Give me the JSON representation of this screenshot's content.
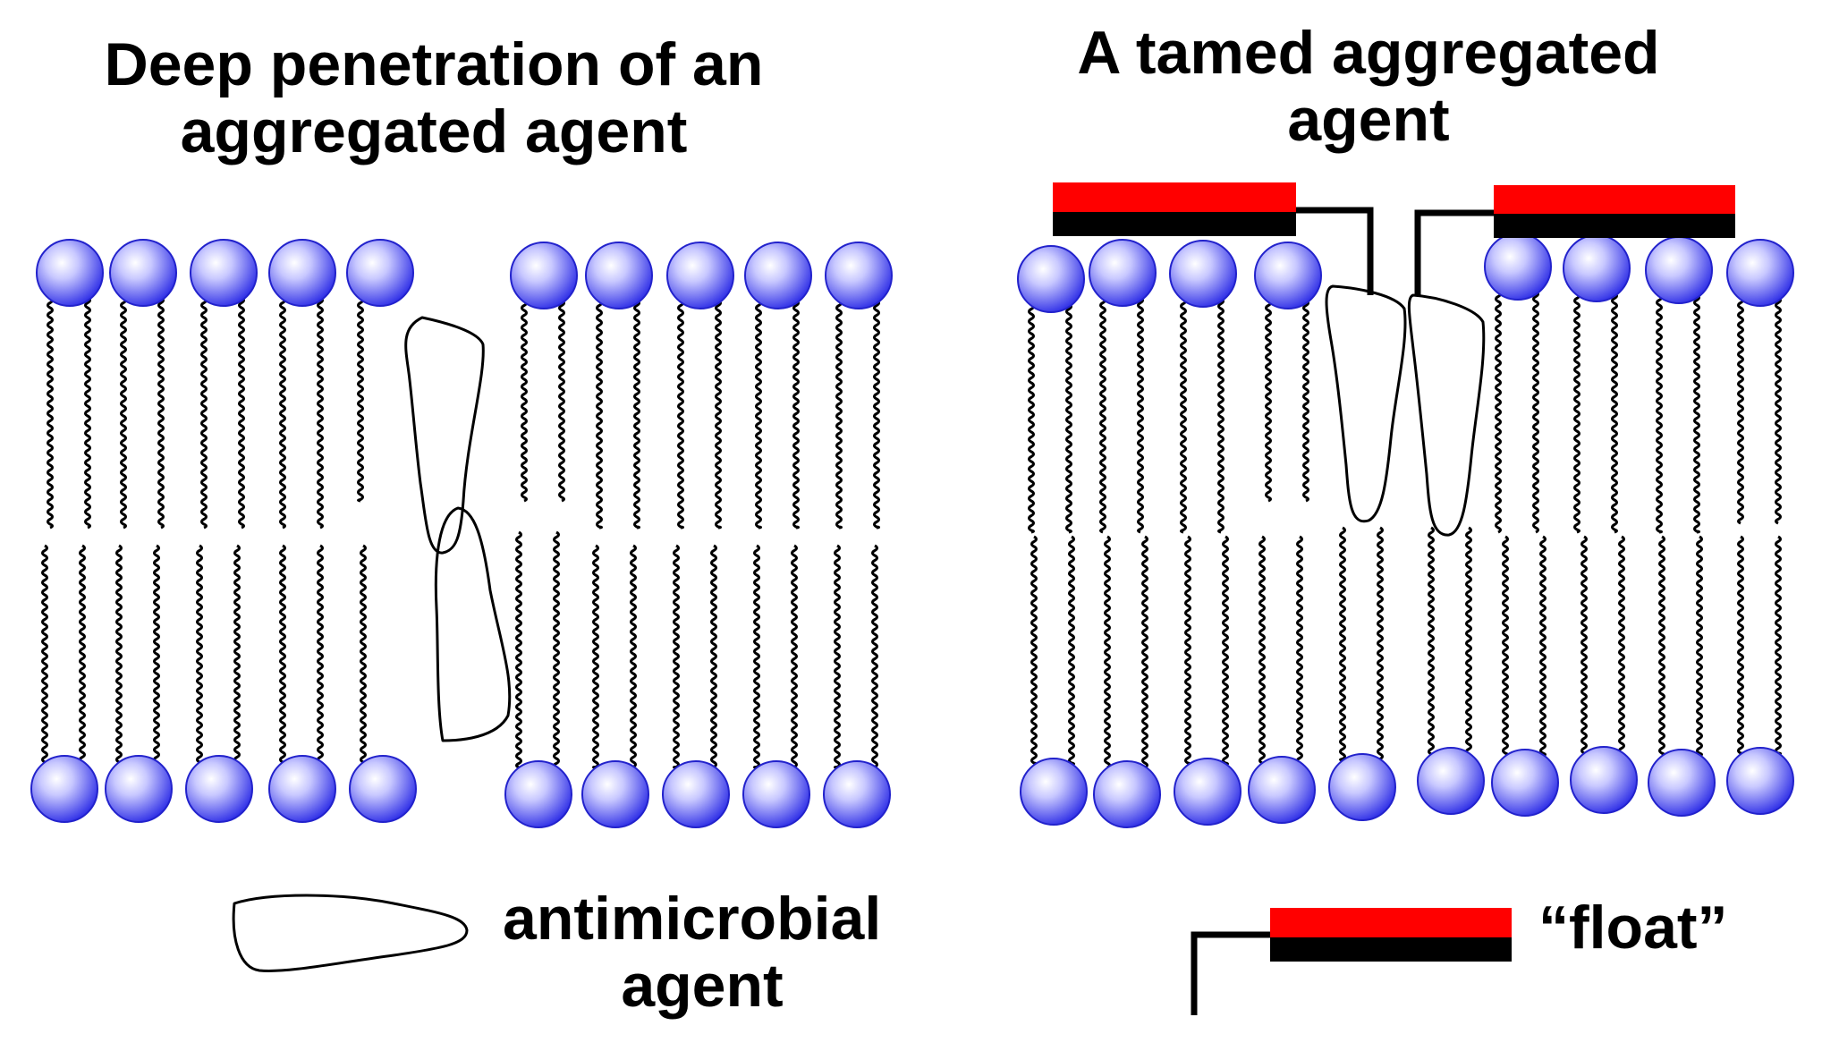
{
  "left_panel": {
    "title_line1": "Deep penetration of an",
    "title_line2": "aggregated agent"
  },
  "right_panel": {
    "title_line1": "A tamed aggregated",
    "title_line2": "agent"
  },
  "legend": {
    "agent_line1": "antimicrobial",
    "agent_line2": "agent",
    "float_label": "“float”"
  },
  "colors": {
    "lipid_head": "#3333ee",
    "lipid_head_highlight": "#ffffff",
    "float_top": "#ff0000",
    "float_bottom": "#000000",
    "outline": "#000000"
  }
}
